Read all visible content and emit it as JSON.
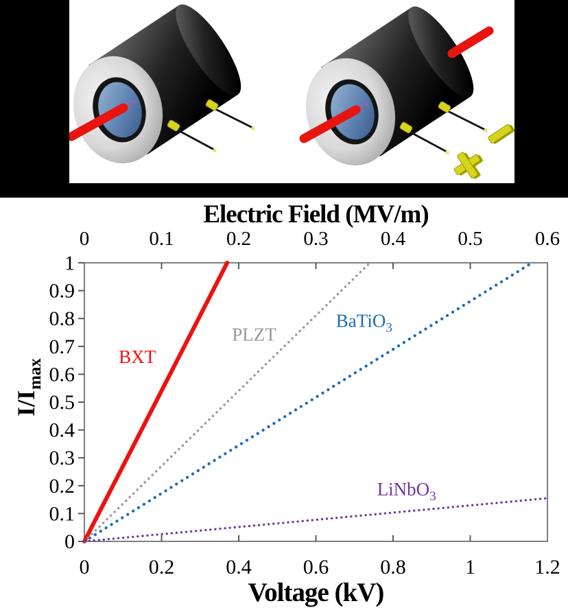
{
  "banner": {
    "background": "#000000",
    "panel_background": "#ffffff"
  },
  "illustration": {
    "devices": [
      {
        "id": "modulator-input-only"
      },
      {
        "id": "modulator-with-output-beam-and-terminals"
      }
    ],
    "colors": {
      "housing_dark": "#0a0a0a",
      "housing_light": "#6e6e6e",
      "front_face": "#d9d9d9",
      "aperture_blue": "#6388b5",
      "beam_red": "#e8150f",
      "electrode_yellow": "#d6d41c",
      "wire_black": "#101010"
    }
  },
  "chart_data": {
    "type": "line",
    "title_top": "Electric Field (MV/m)",
    "title_bottom": "Voltage (kV)",
    "ylabel_main": "I/I",
    "ylabel_sub": "max",
    "top_axis": {
      "ticks": [
        "0",
        "0.1",
        "0.2",
        "0.3",
        "0.4",
        "0.5",
        "0.6"
      ],
      "range": [
        0,
        0.6
      ]
    },
    "bottom_axis": {
      "ticks": [
        "0",
        "0.2",
        "0.4",
        "0.6",
        "0.8",
        "1",
        "1.2"
      ],
      "range": [
        0,
        1.2
      ]
    },
    "left_axis": {
      "ticks": [
        "0",
        "0.1",
        "0.2",
        "0.3",
        "0.4",
        "0.5",
        "0.6",
        "0.7",
        "0.8",
        "0.9",
        "1"
      ],
      "range": [
        0,
        1
      ]
    },
    "grid": false,
    "legend": "inline-labels",
    "series": [
      {
        "name": "BXT",
        "label": "BXT",
        "label_sub": "",
        "color": "#ee1111",
        "style": "solid",
        "line_width": 6,
        "x": [
          0,
          0.37
        ],
        "y": [
          0,
          1
        ],
        "label_at": [
          0.137,
          0.64
        ]
      },
      {
        "name": "PLZT",
        "label": "PLZT",
        "label_sub": "",
        "color": "#999999",
        "style": "dotted",
        "dot_size": 3.5,
        "dot_gap": 7.6,
        "x": [
          0,
          0.74
        ],
        "y": [
          0,
          1
        ],
        "label_at": [
          0.44,
          0.72
        ]
      },
      {
        "name": "BaTiO3",
        "label": "BaTiO",
        "label_sub": "3",
        "color": "#1b6cb5",
        "style": "dotted",
        "dot_size": 4.3,
        "dot_gap": 9.2,
        "x": [
          0,
          1.16
        ],
        "y": [
          0,
          1
        ],
        "label_at": [
          0.725,
          0.77
        ]
      },
      {
        "name": "LiNbO3",
        "label": "LiNbO",
        "label_sub": "3",
        "color": "#7534a0",
        "style": "dotted",
        "dot_size": 3.3,
        "dot_gap": 7.0,
        "x": [
          0,
          1.2
        ],
        "y": [
          0,
          0.155
        ],
        "label_at": [
          0.835,
          0.165
        ]
      }
    ],
    "plot_border_color": "#7f7f7f",
    "tick_color": "#595959"
  }
}
